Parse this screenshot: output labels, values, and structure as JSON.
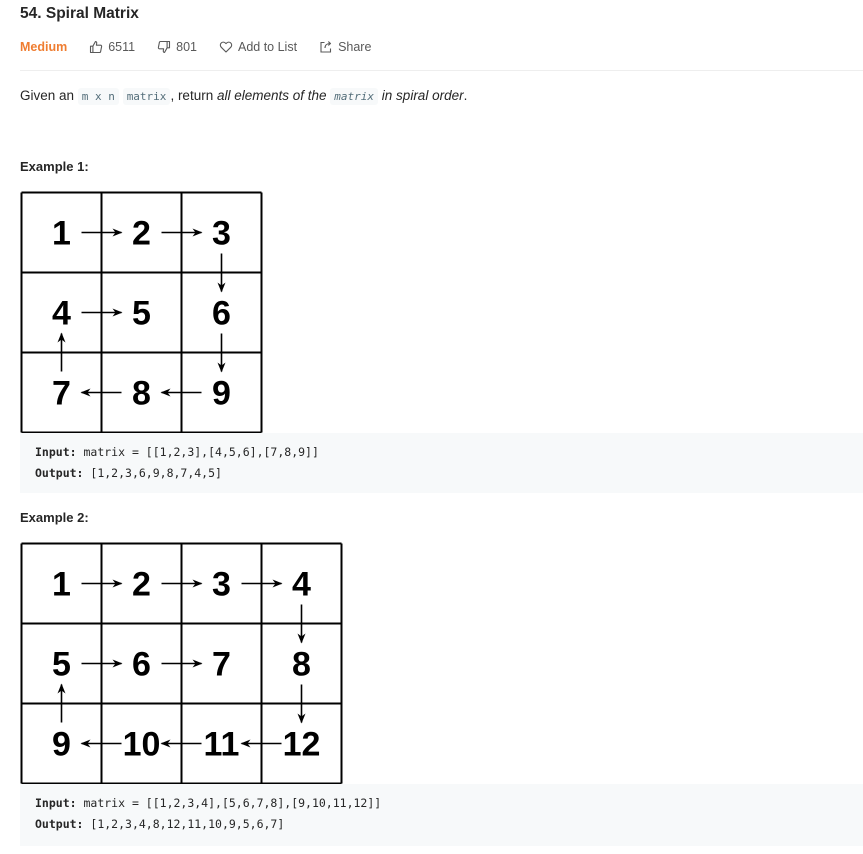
{
  "problem": {
    "title": "54. Spiral Matrix",
    "difficulty": "Medium",
    "likes": "6511",
    "dislikes": "801",
    "add_to_list": "Add to List",
    "share": "Share"
  },
  "description": {
    "p1": "Given an ",
    "code_mxn": "m x n",
    "p2": " ",
    "code_matrix": "matrix",
    "p3": ", return ",
    "em1": "all elements of the ",
    "code_matrix2": "matrix",
    "em2": " in spiral order",
    "p4": "."
  },
  "examples": [
    {
      "label": "Example 1:",
      "grid": [
        [
          "1",
          "2",
          "3"
        ],
        [
          "4",
          "5",
          "6"
        ],
        [
          "7",
          "8",
          "9"
        ]
      ],
      "input_label": "Input:",
      "input_value": "matrix = [[1,2,3],[4,5,6],[7,8,9]]",
      "output_label": "Output:",
      "output_value": "[1,2,3,6,9,8,7,4,5]"
    },
    {
      "label": "Example 2:",
      "grid": [
        [
          "1",
          "2",
          "3",
          "4"
        ],
        [
          "5",
          "6",
          "7",
          "8"
        ],
        [
          "9",
          "10",
          "11",
          "12"
        ]
      ],
      "input_label": "Input:",
      "input_value": "matrix = [[1,2,3,4],[5,6,7,8],[9,10,11,12]]",
      "output_label": "Output:",
      "output_value": "[1,2,3,4,8,12,11,10,9,5,6,7]"
    }
  ],
  "colors": {
    "difficulty_medium": "#ef7d31",
    "code_bg": "#f7f9fa",
    "text": "#262626",
    "muted": "#595959"
  },
  "icons": {
    "likes": "thumbs-up-icon",
    "dislikes": "thumbs-down-icon",
    "add_to_list": "heart-icon",
    "share": "share-icon"
  }
}
